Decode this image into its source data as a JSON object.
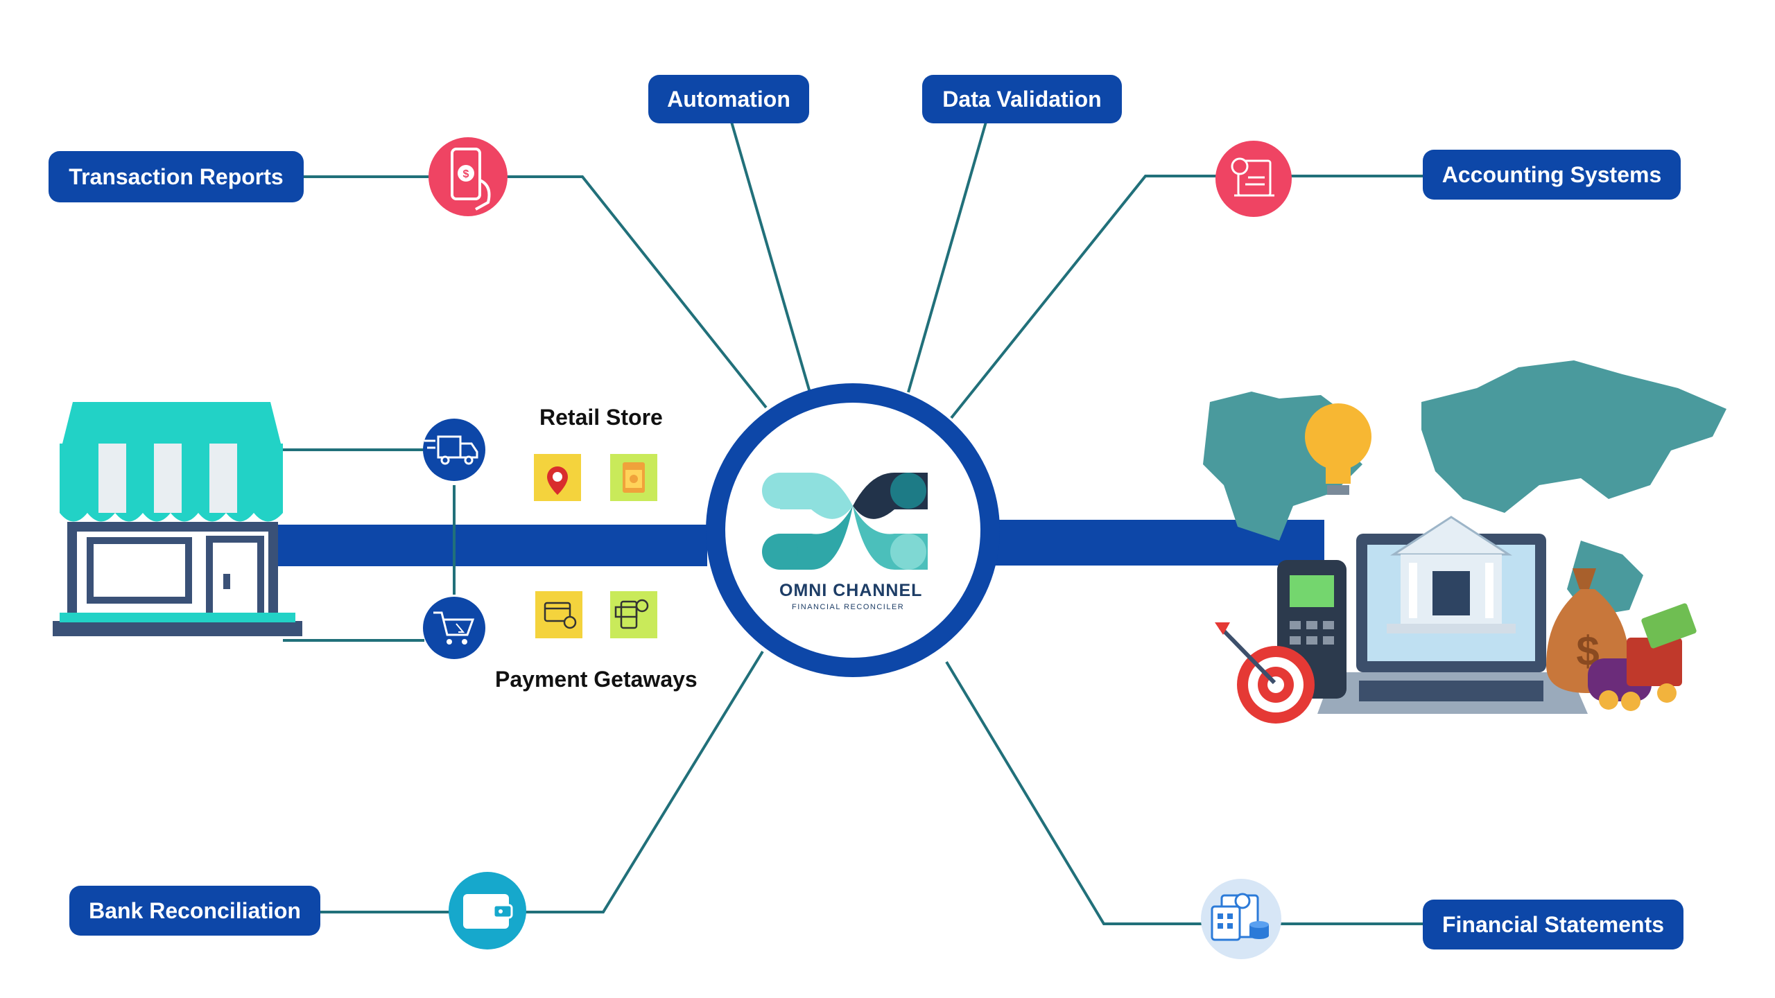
{
  "hub": {
    "title": "OMNI CHANNEL",
    "subtitle": "FINANCIAL RECONCILER"
  },
  "labels": {
    "transaction_reports": "Transaction Reports",
    "automation": "Automation",
    "data_validation": "Data Validation",
    "accounting_systems": "Accounting Systems",
    "bank_reconciliation": "Bank Reconciliation",
    "financial_statements": "Financial Statements"
  },
  "headings": {
    "retail_store": "Retail Store",
    "payment_getaways": "Payment Getaways"
  },
  "icons": {
    "transaction_reports": "mobile-payment-icon",
    "accounting_systems": "invoice-report-icon",
    "bank_reconciliation": "wallet-icon",
    "financial_statements": "financial-documents-icon",
    "delivery": "delivery-truck-icon",
    "cart": "shopping-cart-icon",
    "store_location": "store-location-icon",
    "online_shop": "online-shop-icon",
    "card_payment": "card-payment-icon",
    "mobile_pay": "mobile-payment-check-icon"
  },
  "colors": {
    "pill": "#0d47a8",
    "connector": "#21707a",
    "main_line": "#0d47a8",
    "accent_pink": "#ef4463",
    "accent_cyan": "#16a8cc",
    "store_teal": "#22d2c6",
    "store_navy": "#3a5177"
  }
}
